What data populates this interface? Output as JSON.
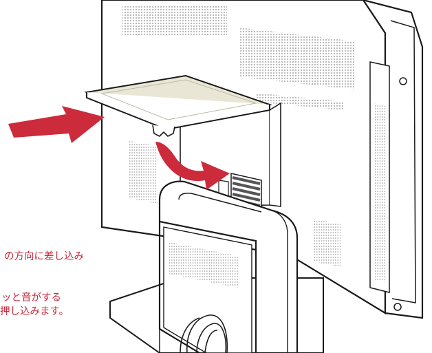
{
  "instructions": {
    "line1": "の方向に差し込み",
    "line2": "ッと音がする",
    "line3": "押し込みます。"
  },
  "colors": {
    "text": "#c8283c",
    "arrow": "#cc2b3c",
    "outline": "#1a1a1a",
    "panel": "#ffffff",
    "grille": "#8a8a8a",
    "card_face": "#e9e6d6",
    "connector": "#555555"
  },
  "icons": {
    "left_arrow": "insert-direction-arrow",
    "curved_arrow": "push-down-curved-arrow"
  }
}
